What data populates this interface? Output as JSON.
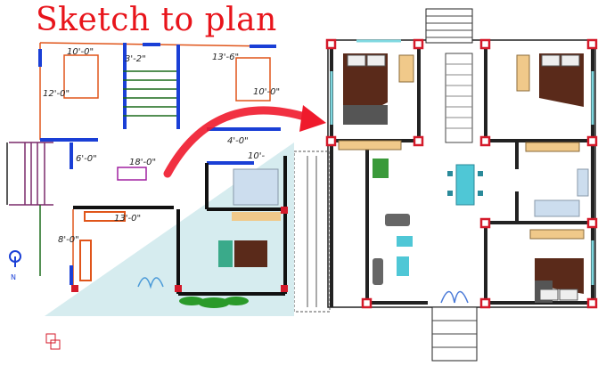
{
  "title": "Sketch to plan",
  "colors": {
    "title": "#e8141b",
    "arrow": "#ef1a2c",
    "wall_blue": "#1a3fd6",
    "wall_orange": "#e0551a",
    "column_red": "#d41a2a",
    "furniture_brown": "#5a2a1a",
    "window_cyan": "#7fd8e0"
  },
  "sketch": {
    "dimensions": [
      "10'-0\"",
      "3'-2\"",
      "13'-6\"",
      "12'-0\"",
      "10'-0\"",
      "6'-0\"",
      "18'-0\"",
      "4'-0\"",
      "10'-",
      "13'-0\"",
      "8'-0\""
    ],
    "north_label": "N"
  },
  "arrow_icon": "curved-arrow-right"
}
